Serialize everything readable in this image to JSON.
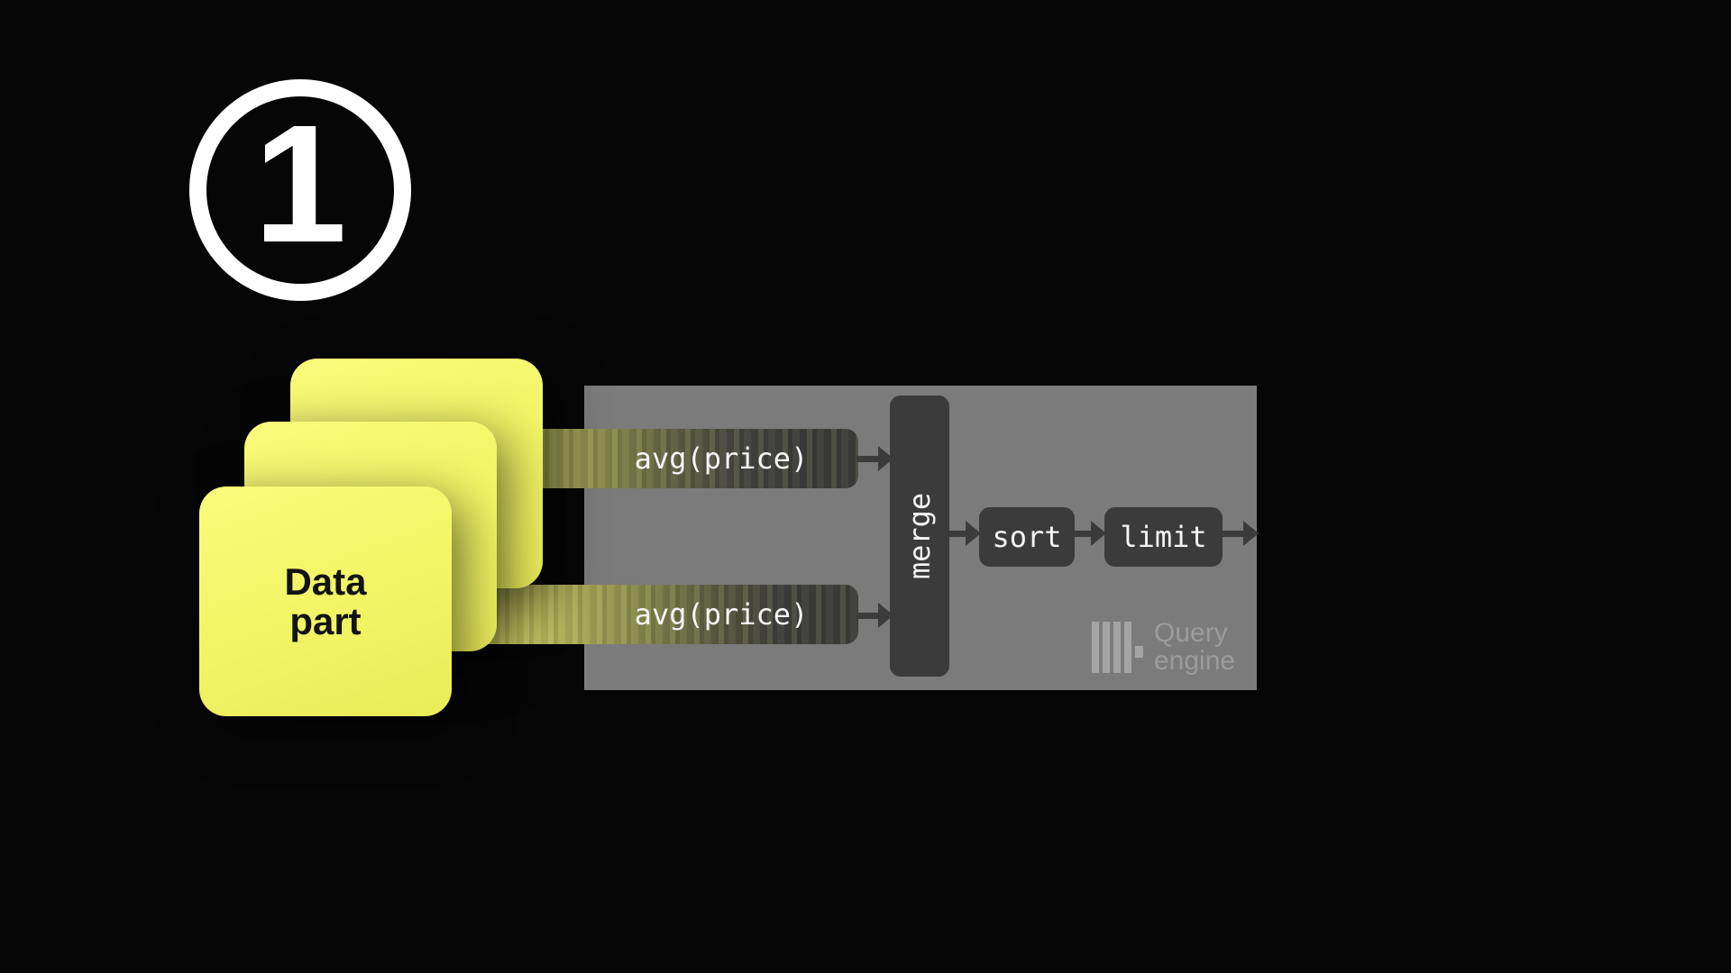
{
  "scene": {
    "background_color": "#060606",
    "accent_yellow": "#f3f667",
    "panel_gray": "#7b7b7b",
    "node_gray": "#3b3b3b"
  },
  "step_badge": {
    "number": "1"
  },
  "data_stack": {
    "card_count": 3,
    "front_card_label": {
      "line1": "Data",
      "line2": "part"
    }
  },
  "query_engine": {
    "inputs": [
      {
        "label": "avg(price)"
      },
      {
        "label": "avg(price)"
      }
    ],
    "stages": {
      "merge_label": "merge",
      "sort_label": "sort",
      "limit_label": "limit"
    },
    "brand": {
      "line1": "Query",
      "line2": "engine",
      "icon": "clickhouse-bars-icon",
      "text_color": "#9c9c9c"
    }
  }
}
